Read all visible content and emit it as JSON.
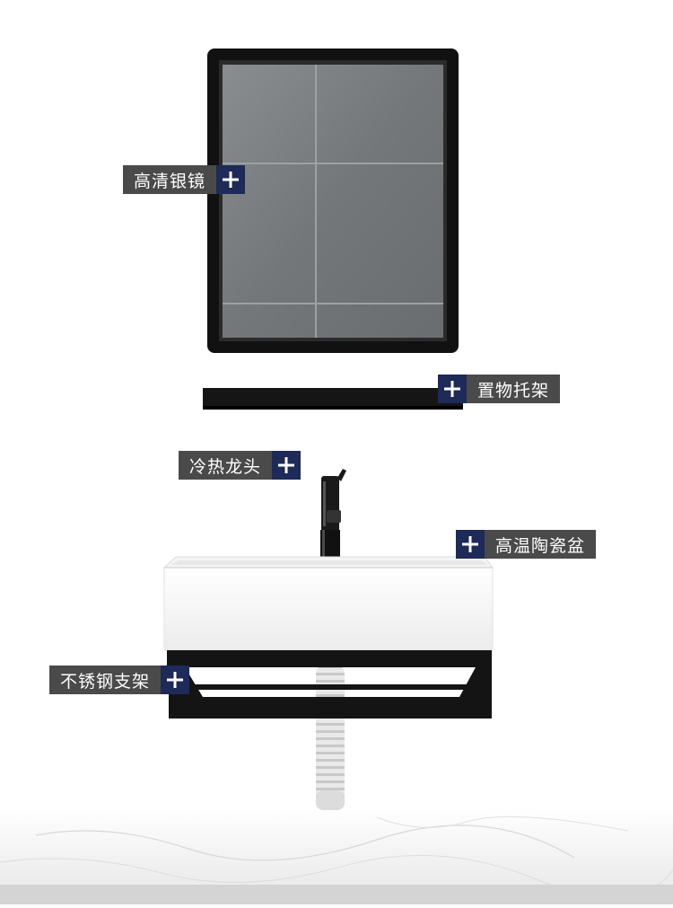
{
  "callouts": {
    "mirror": "高清银镜",
    "shelf": "置物托架",
    "faucet": "冷热龙头",
    "basin": "高温陶瓷盆",
    "bracket": "不锈钢支架"
  },
  "icons": {
    "plus": "plus-icon"
  },
  "colors": {
    "label_bg": "#4a4a4a",
    "plus_bg": "#1e2a57",
    "frame": "#111111",
    "tile": "#7c7f82"
  }
}
